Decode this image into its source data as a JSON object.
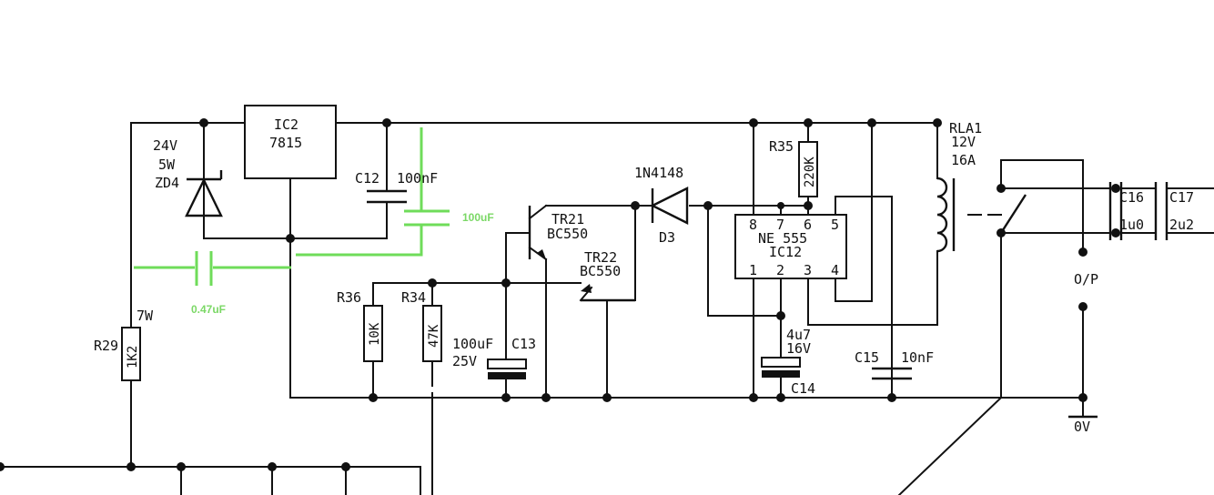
{
  "ic2": {
    "ref": "IC2",
    "part": "7815"
  },
  "zd4": {
    "voltage": "24V",
    "power": "5W",
    "ref": "ZD4"
  },
  "c12": {
    "ref": "C12",
    "value": "100nF"
  },
  "added_100uf": {
    "value": "100uF"
  },
  "added_047uf": {
    "value": "0.47uF"
  },
  "r29": {
    "ref": "R29",
    "value": "1K2",
    "power": "7W"
  },
  "r36": {
    "ref": "R36",
    "value": "10K"
  },
  "r34": {
    "ref": "R34",
    "value": "47K"
  },
  "c13": {
    "ref": "C13",
    "value": "100uF",
    "voltage": "25V"
  },
  "tr21": {
    "ref": "TR21",
    "part": "BC550"
  },
  "tr22": {
    "ref": "TR22",
    "part": "BC550"
  },
  "d3": {
    "ref": "D3",
    "part": "1N4148"
  },
  "ic12": {
    "ref": "IC12",
    "part": "NE 555",
    "pins_top": [
      "8",
      "7",
      "6",
      "5"
    ],
    "pins_bottom": [
      "1",
      "2",
      "3",
      "4"
    ]
  },
  "r35": {
    "ref": "R35",
    "value": "220K"
  },
  "c14": {
    "ref": "C14",
    "value": "4u7",
    "voltage": "16V"
  },
  "c15": {
    "ref": "C15",
    "value": "10nF"
  },
  "rla1": {
    "ref": "RLA1",
    "voltage": "12V",
    "current": "16A"
  },
  "c16": {
    "ref": "C16",
    "value": "1u0"
  },
  "c17": {
    "ref": "C17",
    "value": "2u2"
  },
  "output": {
    "label": "O/P"
  },
  "ground": {
    "label": "0V"
  },
  "colors": {
    "wire": "#111111",
    "added_part": "#6fdc5a"
  }
}
